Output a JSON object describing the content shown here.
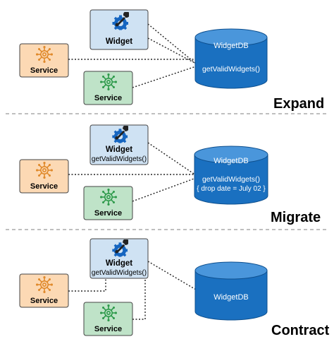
{
  "phases": [
    {
      "title": "Expand",
      "widget": {
        "label": "Widget",
        "method": ""
      },
      "service_orange": {
        "label": "Service"
      },
      "service_green": {
        "label": "Service"
      },
      "db": {
        "name": "WidgetDB",
        "line1": "getValidWidgets()",
        "line2": ""
      }
    },
    {
      "title": "Migrate",
      "widget": {
        "label": "Widget",
        "method": "getValidWidgets()"
      },
      "service_orange": {
        "label": "Service"
      },
      "service_green": {
        "label": "Service"
      },
      "db": {
        "name": "WidgetDB",
        "line1": "getValidWidgets()",
        "line2": "{ drop date = July 02 }"
      }
    },
    {
      "title": "Contract",
      "widget": {
        "label": "Widget",
        "method": "getValidWidgets()"
      },
      "service_orange": {
        "label": "Service"
      },
      "service_green": {
        "label": "Service"
      },
      "db": {
        "name": "WidgetDB",
        "line1": "",
        "line2": ""
      }
    }
  ],
  "colors": {
    "widget_fill": "#cfe2f3",
    "widget_icon": "#1565c0",
    "orange_fill": "#fcd9b4",
    "orange_stroke": "#e08a2c",
    "green_fill": "#bfe3c8",
    "green_stroke": "#2e9a4b",
    "db_fill": "#1a70c0",
    "db_top": "#4a96db",
    "divider": "#999999"
  },
  "icons": [
    "wrench-gear-icon",
    "service-gear-icon"
  ]
}
